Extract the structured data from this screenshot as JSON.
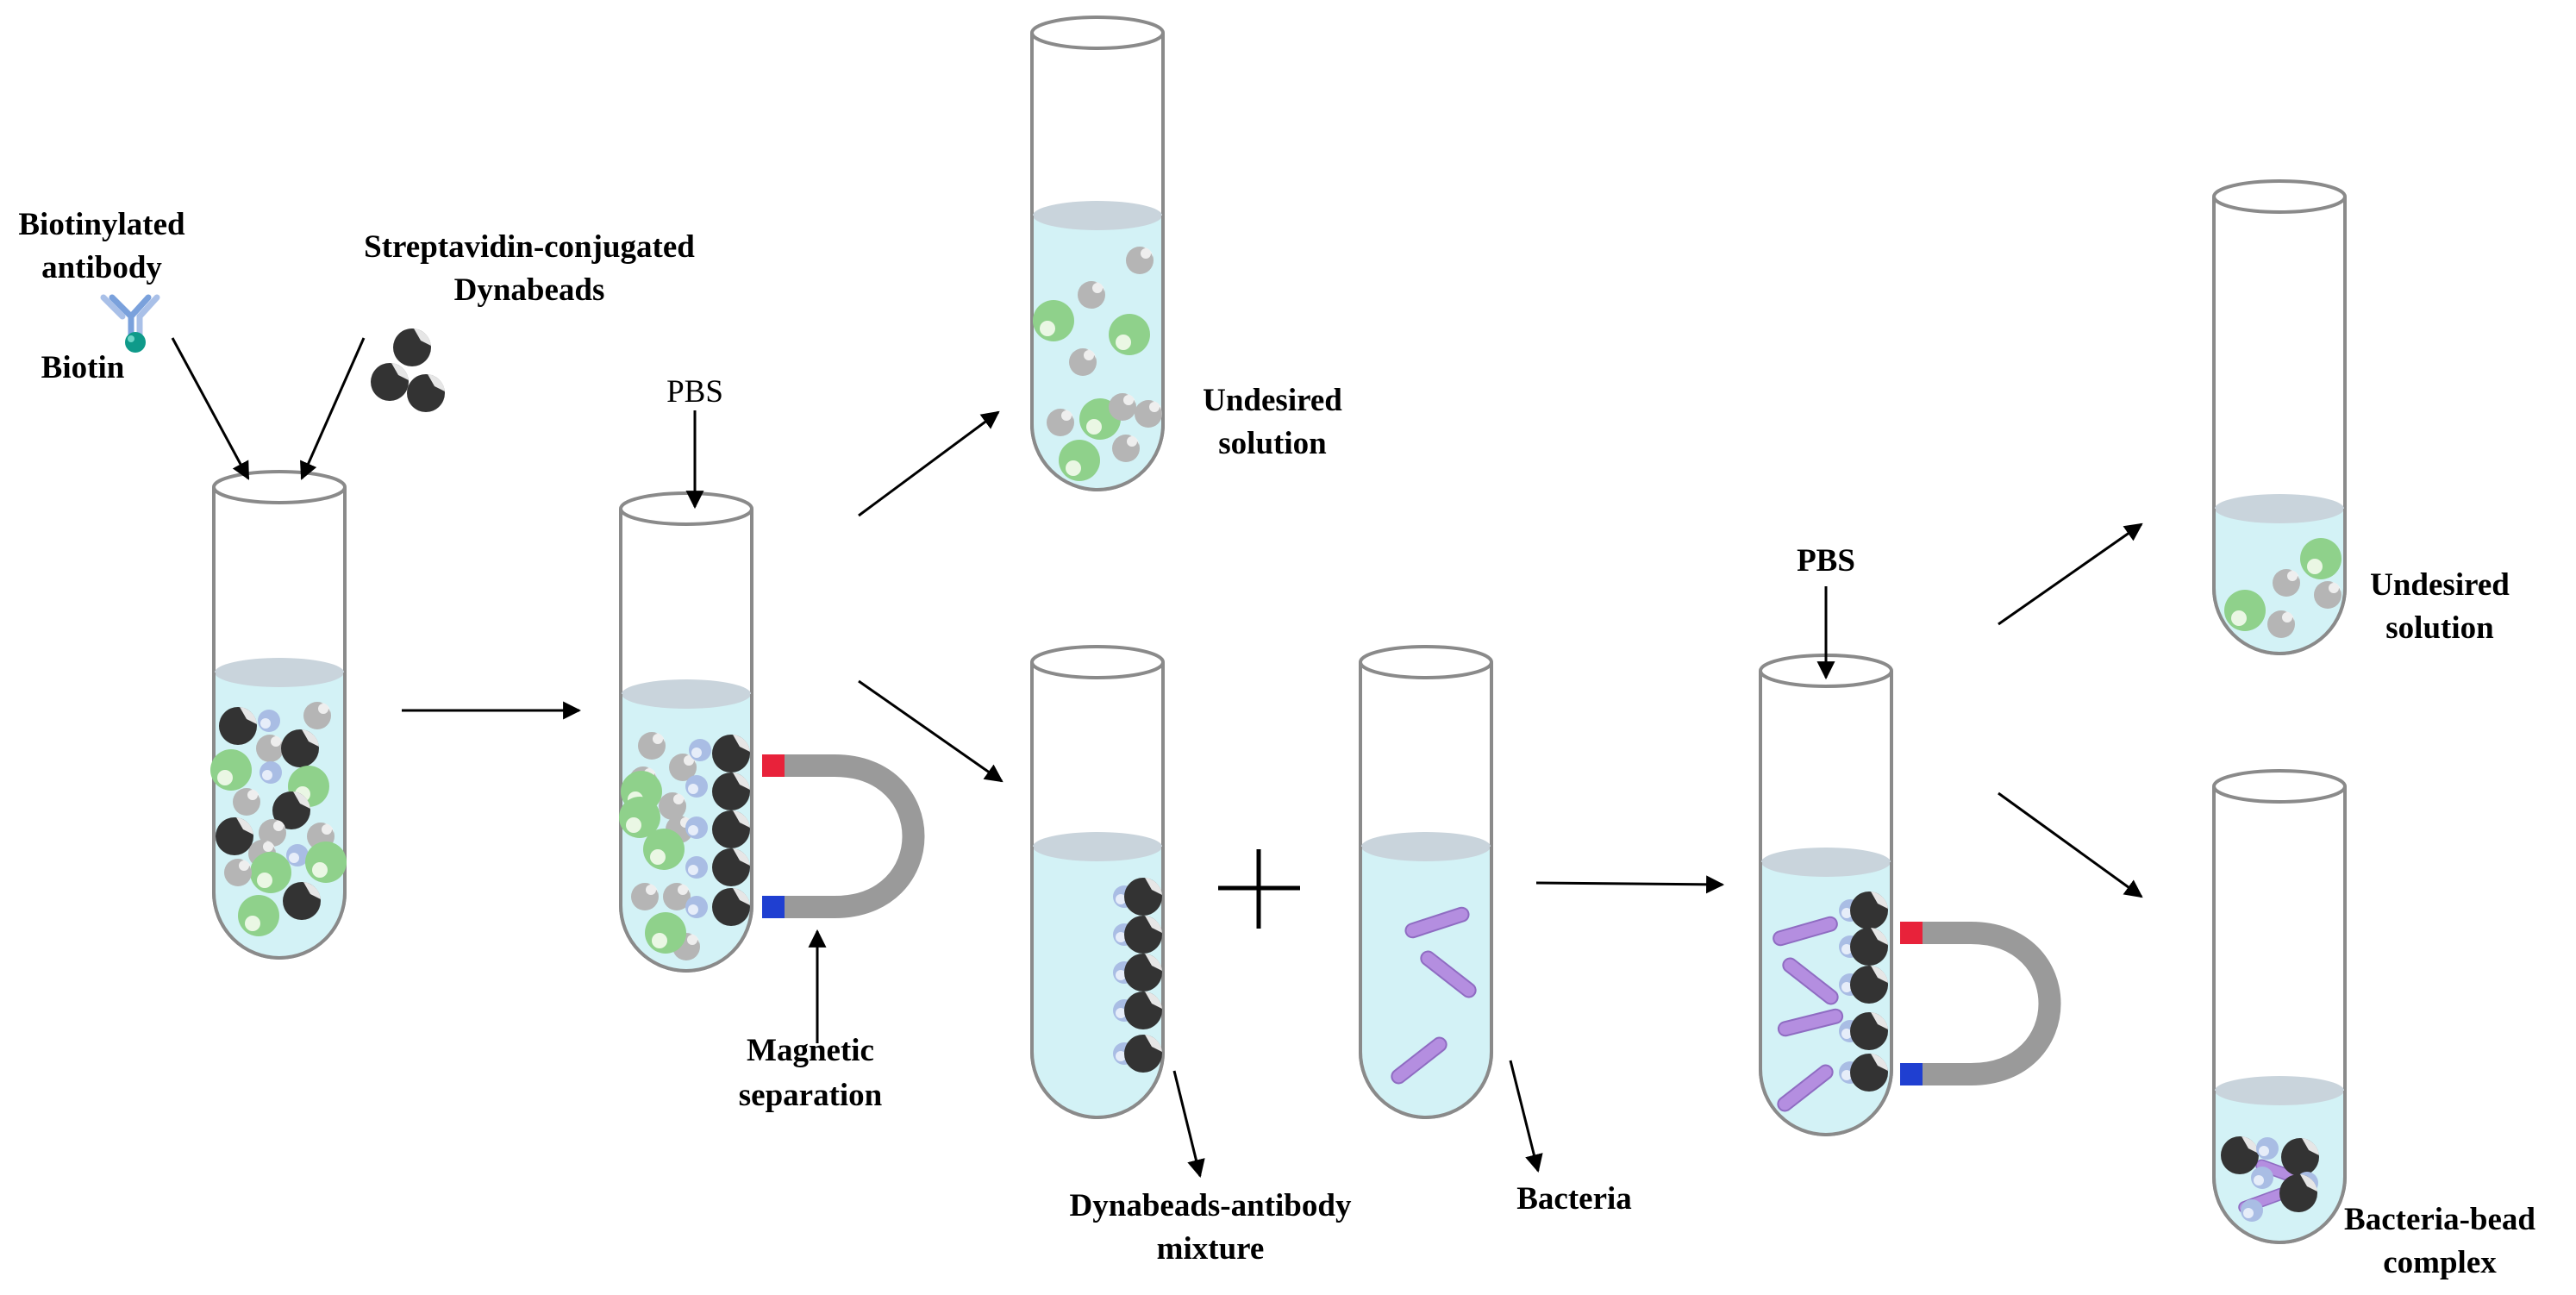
{
  "labels": {
    "biotinylated_l1": "Biotinylated",
    "biotinylated_l2": "antibody",
    "biotin": "Biotin",
    "strep_l1": "Streptavidin-conjugated",
    "strep_l2": "Dynabeads",
    "pbs_1": "PBS",
    "pbs_2": "PBS",
    "magnetic_l1": "Magnetic",
    "magnetic_l2": "separation",
    "undesired1_l1": "Undesired",
    "undesired1_l2": "solution",
    "undesired2_l1": "Undesired",
    "undesired2_l2": "solution",
    "dynamix_l1": "Dynabeads-antibody",
    "dynamix_l2": "mixture",
    "bacteria": "Bacteria",
    "complex_l1": "Bacteria-bead",
    "complex_l2": "complex"
  },
  "colors": {
    "liquid": "#d3f2f6",
    "liquid_top": "#c9d4dc",
    "tube_outline": "#8a8a8a",
    "bead_black": "#333333",
    "bead_gray": "#b5b5b5",
    "bead_green": "#8fd18b",
    "antibody_blue": "#a9bde4",
    "biotin_teal": "#0f9a8a",
    "bacteria": "#b48ee0",
    "magnet_gray": "#9a9a9a",
    "magnet_red": "#e8223a",
    "magnet_blue": "#1f3fd1",
    "arrow": "#000000"
  }
}
